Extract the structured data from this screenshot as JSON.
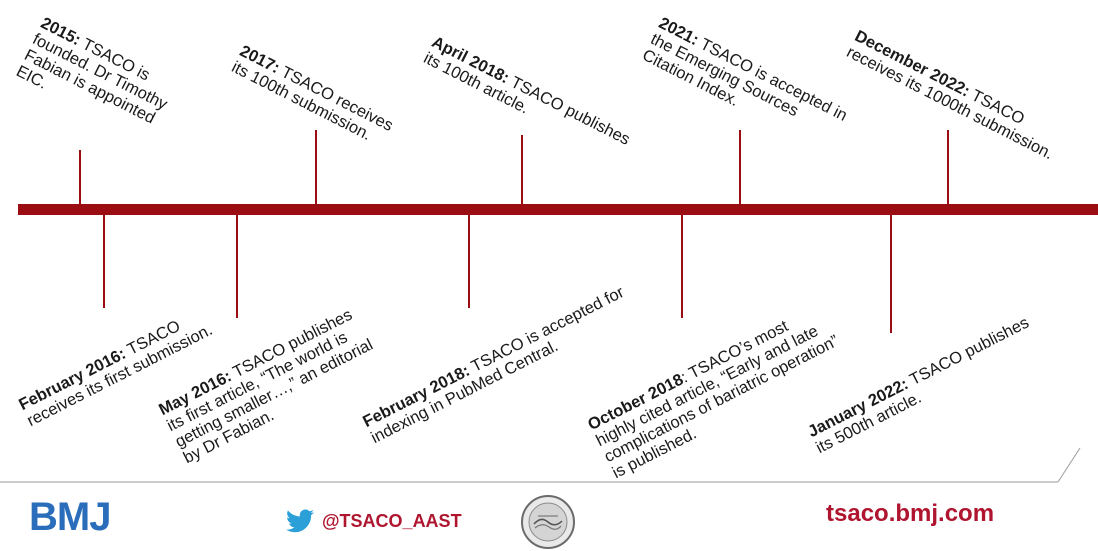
{
  "events_above": [
    {
      "bold": "2015:",
      "rest": [
        " TSACO is",
        "founded. Dr Timothy",
        "Fabian is appointed",
        "EIC."
      ]
    },
    {
      "bold": "2017:",
      "rest": [
        " TSACO receives",
        "its 100th submission."
      ]
    },
    {
      "bold": "April 2018:",
      "rest": [
        " TSACO publishes",
        "its 100th article."
      ]
    },
    {
      "bold": "2021:",
      "rest": [
        " TSACO is accepted in",
        "the Emerging Sources",
        "Citation Index."
      ]
    },
    {
      "bold": "December 2022:",
      "rest": [
        " TSACO",
        "receives its 1000th submission."
      ]
    }
  ],
  "events_below": [
    {
      "bold": "February 2016:",
      "rest": [
        " TSACO",
        "receives its first submission."
      ]
    },
    {
      "bold": "May 2016:",
      "rest": [
        " TSACO publishes",
        "its first article, “The world is",
        "getting smaller…,” an editorial",
        "by Dr Fabian."
      ]
    },
    {
      "bold": "February 2018:",
      "rest": [
        " TSACO is accepted for",
        "indexing in PubMed Central."
      ]
    },
    {
      "bold": "October 2018",
      "rest": [
        ": TSACO’s most",
        "highly cited article, “Early and late",
        "complications of bariatric operation”",
        "is published."
      ]
    },
    {
      "bold": "January 2022:",
      "rest": [
        " TSACO publishes",
        "its 500th article."
      ]
    }
  ],
  "footer": {
    "logo": "BMJ",
    "twitter_handle": "@TSACO_AAST",
    "site": "tsaco.bmj.com",
    "brand_color": "#2a6ebb",
    "accent_color": "#b0152f"
  },
  "timeline_color": "#9b0d12"
}
